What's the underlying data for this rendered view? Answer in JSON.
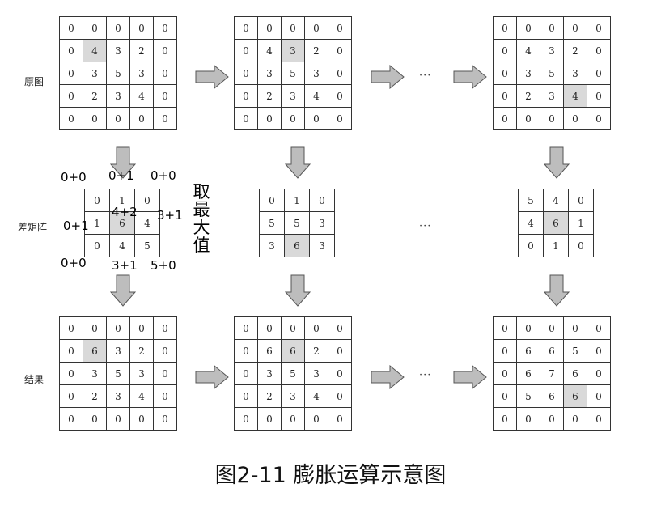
{
  "row_labels": {
    "original": "原图",
    "diff": "差矩阵",
    "result": "结果"
  },
  "ellipsis": "···",
  "caption": "图2-11 膨胀运算示意图",
  "grids": {
    "original": [
      {
        "cells": [
          [
            "0",
            "0",
            "0",
            "0",
            "0"
          ],
          [
            "0",
            "4",
            "3",
            "2",
            "0"
          ],
          [
            "0",
            "3",
            "5",
            "3",
            "0"
          ],
          [
            "0",
            "2",
            "3",
            "4",
            "0"
          ],
          [
            "0",
            "0",
            "0",
            "0",
            "0"
          ]
        ],
        "highlight": [
          1,
          1
        ]
      },
      {
        "cells": [
          [
            "0",
            "0",
            "0",
            "0",
            "0"
          ],
          [
            "0",
            "4",
            "3",
            "2",
            "0"
          ],
          [
            "0",
            "3",
            "5",
            "3",
            "0"
          ],
          [
            "0",
            "2",
            "3",
            "4",
            "0"
          ],
          [
            "0",
            "0",
            "0",
            "0",
            "0"
          ]
        ],
        "highlight": [
          1,
          2
        ]
      },
      {
        "cells": [
          [
            "0",
            "0",
            "0",
            "0",
            "0"
          ],
          [
            "0",
            "4",
            "3",
            "2",
            "0"
          ],
          [
            "0",
            "3",
            "5",
            "3",
            "0"
          ],
          [
            "0",
            "2",
            "3",
            "4",
            "0"
          ],
          [
            "0",
            "0",
            "0",
            "0",
            "0"
          ]
        ],
        "highlight": [
          3,
          3
        ]
      }
    ],
    "diff": [
      {
        "cells": [
          [
            "0",
            "1",
            "0"
          ],
          [
            "1",
            "6",
            "4"
          ],
          [
            "0",
            "4",
            "5"
          ]
        ],
        "highlight": [
          1,
          1
        ]
      },
      {
        "cells": [
          [
            "0",
            "1",
            "0"
          ],
          [
            "5",
            "5",
            "3"
          ],
          [
            "3",
            "6",
            "3"
          ]
        ],
        "highlight": [
          2,
          1
        ]
      },
      {
        "cells": [
          [
            "5",
            "4",
            "0"
          ],
          [
            "4",
            "6",
            "1"
          ],
          [
            "0",
            "1",
            "0"
          ]
        ],
        "highlight": [
          1,
          1
        ]
      }
    ],
    "result": [
      {
        "cells": [
          [
            "0",
            "0",
            "0",
            "0",
            "0"
          ],
          [
            "0",
            "6",
            "3",
            "2",
            "0"
          ],
          [
            "0",
            "3",
            "5",
            "3",
            "0"
          ],
          [
            "0",
            "2",
            "3",
            "4",
            "0"
          ],
          [
            "0",
            "0",
            "0",
            "0",
            "0"
          ]
        ],
        "highlight": [
          1,
          1
        ]
      },
      {
        "cells": [
          [
            "0",
            "0",
            "0",
            "0",
            "0"
          ],
          [
            "0",
            "6",
            "6",
            "2",
            "0"
          ],
          [
            "0",
            "3",
            "5",
            "3",
            "0"
          ],
          [
            "0",
            "2",
            "3",
            "4",
            "0"
          ],
          [
            "0",
            "0",
            "0",
            "0",
            "0"
          ]
        ],
        "highlight": [
          1,
          2
        ]
      },
      {
        "cells": [
          [
            "0",
            "0",
            "0",
            "0",
            "0"
          ],
          [
            "0",
            "6",
            "6",
            "5",
            "0"
          ],
          [
            "0",
            "6",
            "7",
            "6",
            "0"
          ],
          [
            "0",
            "5",
            "6",
            "6",
            "0"
          ],
          [
            "0",
            "0",
            "0",
            "0",
            "0"
          ]
        ],
        "highlight": [
          3,
          3
        ]
      }
    ]
  },
  "annotations": {
    "top": [
      "0+0",
      "0+1",
      "0+0"
    ],
    "mid_left": "0+1",
    "mid_center": "4+2",
    "mid_right": "3+1",
    "bottom": [
      "0+0",
      "3+1",
      "5+0"
    ],
    "note_chars": [
      "取",
      "最",
      "大",
      "值"
    ]
  }
}
